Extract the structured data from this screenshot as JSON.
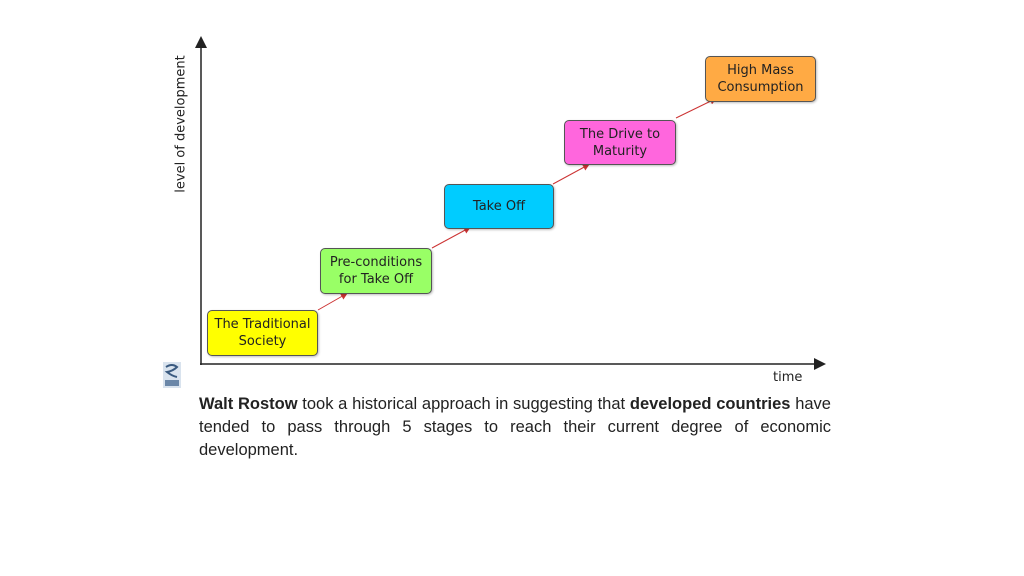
{
  "axes": {
    "y_label": "level of development",
    "x_label": "time"
  },
  "stages": [
    {
      "label": "The Traditional\nSociety",
      "color": "#ffff00"
    },
    {
      "label": "Pre-conditions\nfor Take Off",
      "color": "#99ff66"
    },
    {
      "label": "Take Off",
      "color": "#00ccff"
    },
    {
      "label": "The Drive to\nMaturity",
      "color": "#ff66dd"
    },
    {
      "label": "High Mass\nConsumption",
      "color": "#ffaa44"
    }
  ],
  "colors": {
    "axis": "#222222",
    "arrow": "#cc3333"
  },
  "caption": {
    "strong1": "Walt Rostow",
    "text1": " took a historical approach in suggesting that ",
    "strong2": "developed countries",
    "text2": " have tended to pass through 5 stages to reach their current degree of economic development."
  }
}
